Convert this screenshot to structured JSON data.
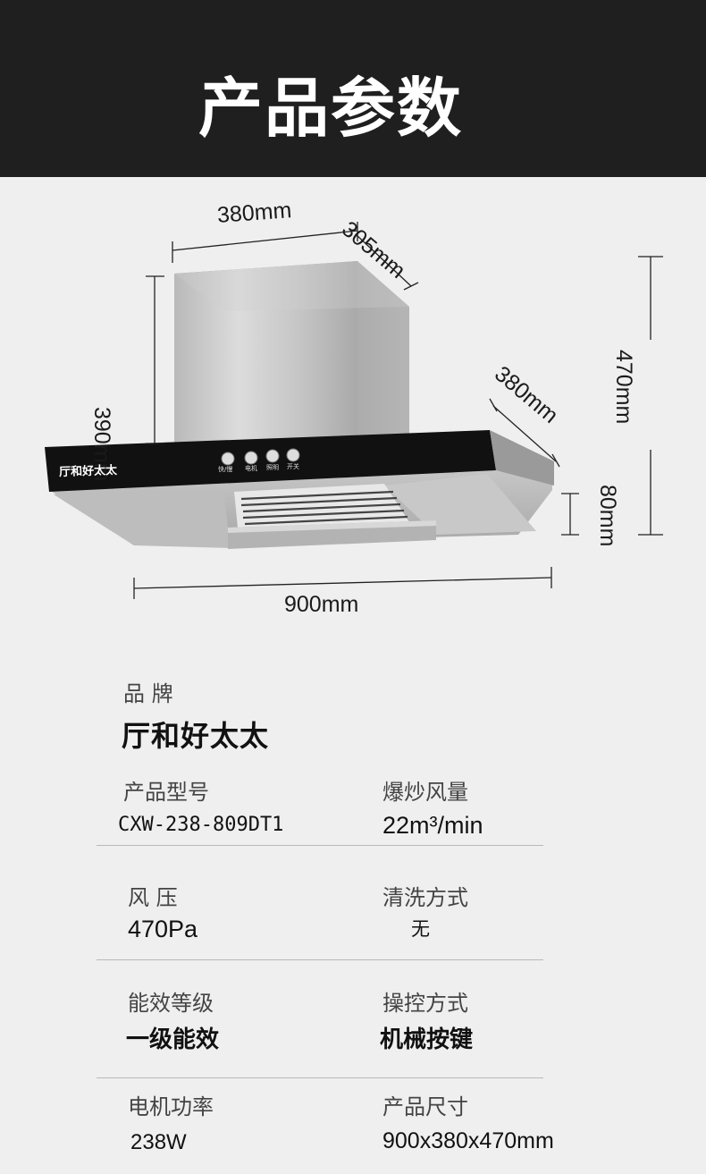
{
  "header": {
    "title": "产品参数"
  },
  "dimensions": {
    "top_width": "380mm",
    "top_depth": "305mm",
    "chimney_height": "390mm",
    "total_height": "470mm",
    "hood_depth": "380mm",
    "hood_height": "80mm",
    "total_width": "900mm"
  },
  "product_panel": {
    "logo": "厅和好太太",
    "buttons": [
      "快/慢",
      "电机",
      "照明",
      "开关"
    ]
  },
  "specs": {
    "brand": {
      "label": "品  牌",
      "value": "厅和好太太"
    },
    "model": {
      "label": "产品型号",
      "value": "CXW-238-809DT1"
    },
    "airflow": {
      "label": "爆炒风量",
      "value": "22m³/min"
    },
    "pressure": {
      "label": "风    压",
      "value": "470Pa"
    },
    "cleaning": {
      "label": "清洗方式",
      "value": "无"
    },
    "efficiency": {
      "label": "能效等级",
      "value": "一级能效"
    },
    "control": {
      "label": "操控方式",
      "value": "机械按键"
    },
    "power": {
      "label": "电机功率",
      "value": "238W"
    },
    "size": {
      "label": "产品尺寸",
      "value": "900x380x470mm"
    }
  },
  "colors": {
    "header_bg": "#1f1f20",
    "page_bg": "#efefef",
    "panel_black": "#111111"
  }
}
